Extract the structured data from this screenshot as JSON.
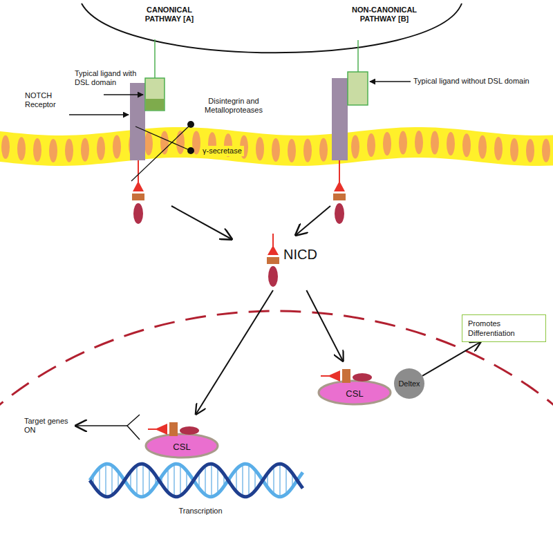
{
  "diagram": {
    "nodes": [
      {
        "text": [
          "NICD"
        ]
      },
      {
        "text": [
          "CSL"
        ]
      },
      {
        "text": [
          "CSL"
        ]
      },
      {
        "text": [
          "Deltex"
        ]
      },
      {
        "text": [
          "Promotes Differentiation"
        ]
      }
    ],
    "edges": [
      {
        "from": 0,
        "to": 1,
        "arrow": "to"
      },
      {
        "from": 0,
        "to": 2,
        "arrow": "to"
      },
      {
        "from": 3,
        "to": 4,
        "arrow": "to"
      }
    ],
    "labels": [
      "CANONICAL PATHWAY [A]",
      "NON-CANONICAL PATHWAY [B]",
      "Typical ligand with DSL domain",
      "NOTCH Receptor",
      "Disintegrin and Metalloproteases",
      "γ-secretase",
      "Typical ligand without DSL domain",
      "Target genes ON",
      "Transcription"
    ]
  }
}
